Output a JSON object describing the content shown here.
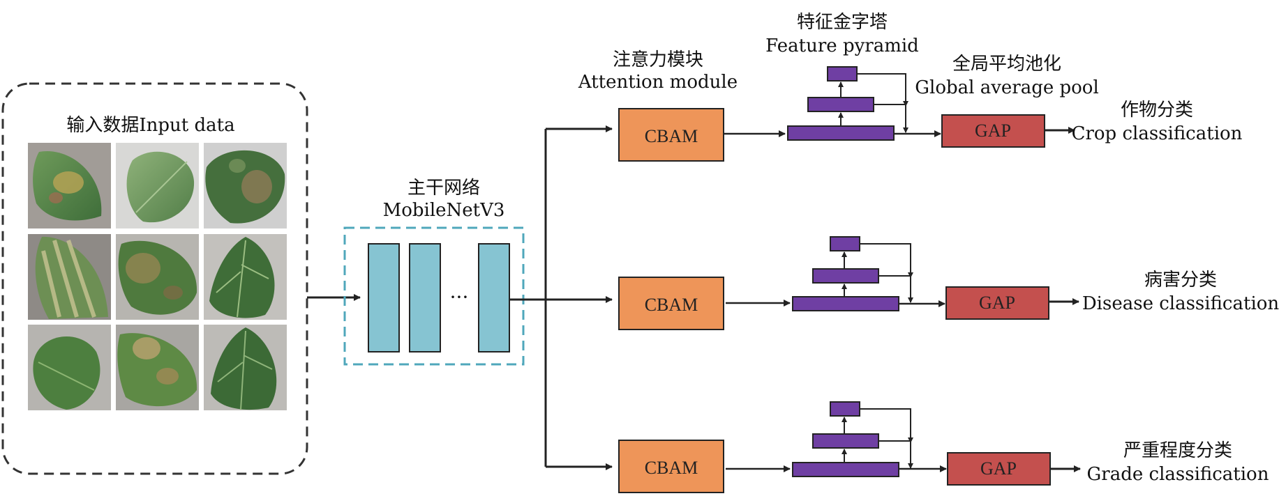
{
  "input": {
    "title": "输入数据Input data",
    "leaf_images": [
      "leaf-image-1",
      "leaf-image-2",
      "leaf-image-3",
      "leaf-image-4",
      "leaf-image-5",
      "leaf-image-6",
      "leaf-image-7",
      "leaf-image-8",
      "leaf-image-9"
    ]
  },
  "backbone": {
    "title_cn": "主干网络",
    "title_en": "MobileNetV3",
    "ellipsis": "···"
  },
  "attention": {
    "title_cn": "注意力模块",
    "title_en": "Attention module",
    "block_label": "CBAM"
  },
  "pyramid": {
    "title_cn": "特征金字塔",
    "title_en": "Feature pyramid"
  },
  "gap": {
    "title_cn": "全局平均池化",
    "title_en": "Global average pool",
    "block_label": "GAP"
  },
  "branches": [
    {
      "cbam": "CBAM",
      "gap": "GAP",
      "out_cn": "作物分类",
      "out_en": "Crop classification"
    },
    {
      "cbam": "CBAM",
      "gap": "GAP",
      "out_cn": "病害分类",
      "out_en": "Disease classification"
    },
    {
      "cbam": "CBAM",
      "gap": "GAP",
      "out_cn": "严重程度分类",
      "out_en": "Grade classification"
    }
  ],
  "colors": {
    "cbam_fill": "#EE9559",
    "gap_fill": "#C4504E",
    "pyramid_fill": "#6F3FA3",
    "backbone_fill": "#86C4D2",
    "backbone_border": "#4FA7BB",
    "line": "#222222"
  }
}
